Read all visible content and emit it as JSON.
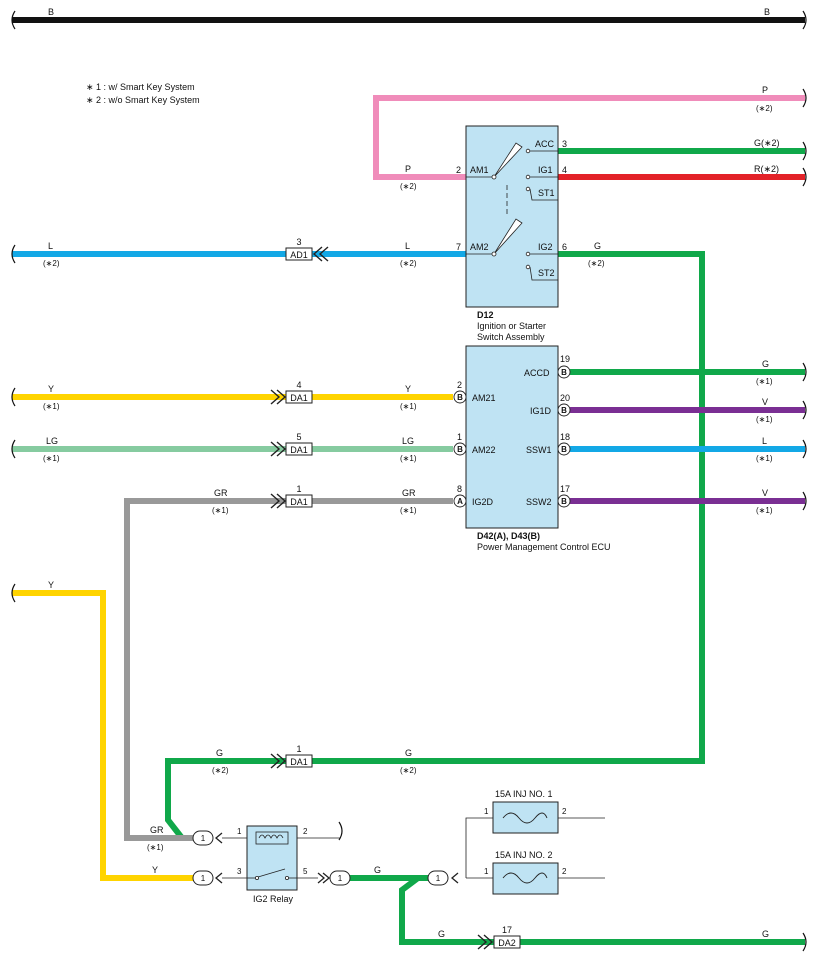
{
  "notes": {
    "note1": "∗ 1 : w/ Smart Key System",
    "note2": "∗ 2 : w/o Smart Key System"
  },
  "colors": {
    "B": "#111111",
    "P": "#f08cba",
    "G": "#10a84a",
    "R": "#e32228",
    "L": "#13a8e6",
    "Y": "#ffd400",
    "LG": "#86cba0",
    "GR": "#999999",
    "V": "#7a2f93",
    "box": "#bfe3f3"
  },
  "wires": {
    "b_left": "B",
    "b_right": "B",
    "p_right": "P",
    "p_right_n": "(∗2)",
    "p_left": "P",
    "p_left_n": "(∗2)",
    "acc_right": "G(∗2)",
    "ig1_right": "R(∗2)",
    "l_left": "L",
    "l_left_n": "(∗2)",
    "l_mid": "L",
    "l_mid_n": "(∗2)",
    "g_ig2": "G",
    "g_ig2_n": "(∗2)",
    "y_left": "Y",
    "y_left_n": "(∗1)",
    "y_mid": "Y",
    "y_mid_n": "(∗1)",
    "lg_left": "LG",
    "lg_left_n": "(∗1)",
    "lg_mid": "LG",
    "lg_mid_n": "(∗1)",
    "gr_left": "GR",
    "gr_left_n": "(∗1)",
    "gr_mid": "GR",
    "gr_mid_n": "(∗1)",
    "accd_right": "G",
    "accd_right_n": "(∗1)",
    "ig1d_right": "V",
    "ig1d_right_n": "(∗1)",
    "ssw1_right": "L",
    "ssw1_right_n": "(∗1)",
    "ssw2_right": "V",
    "ssw2_right_n": "(∗1)",
    "y_lower": "Y",
    "g_da1_left": "G",
    "g_da1_left_n": "(∗2)",
    "g_da1_right": "G",
    "g_da1_right_n": "(∗2)",
    "gr_bottom": "GR",
    "gr_bottom_n": "(∗1)",
    "y_bottom": "Y",
    "g_relay_out": "G",
    "g_da2_left": "G",
    "g_da2_right": "G"
  },
  "connectors": {
    "ad1": "AD1",
    "ad1_pin": "3",
    "da1_y": "DA1",
    "da1_y_pin": "4",
    "da1_lg": "DA1",
    "da1_lg_pin": "5",
    "da1_gr": "DA1",
    "da1_gr_pin": "1",
    "da1_g": "DA1",
    "da1_g_pin": "1",
    "da2": "DA2",
    "da2_pin": "17"
  },
  "ignition_switch": {
    "id": "D12",
    "name1": "Ignition or Starter",
    "name2": "Switch Assembly",
    "am1": "AM1",
    "am1_pin": "2",
    "am2": "AM2",
    "am2_pin": "7",
    "acc": "ACC",
    "acc_pin": "3",
    "ig1": "IG1",
    "ig1_pin": "4",
    "st1": "ST1",
    "ig2": "IG2",
    "ig2_pin": "6",
    "st2": "ST2"
  },
  "ecu": {
    "id": "D42(A), D43(B)",
    "name": "Power Management Control ECU",
    "am21": "AM21",
    "am21_pin": "2",
    "am21_conn": "B",
    "am22": "AM22",
    "am22_pin": "1",
    "am22_conn": "B",
    "ig2d": "IG2D",
    "ig2d_pin": "8",
    "ig2d_conn": "A",
    "accd": "ACCD",
    "accd_pin": "19",
    "accd_conn": "B",
    "ig1d": "IG1D",
    "ig1d_pin": "20",
    "ig1d_conn": "B",
    "ssw1": "SSW1",
    "ssw1_pin": "18",
    "ssw1_conn": "B",
    "ssw2": "SSW2",
    "ssw2_pin": "17",
    "ssw2_conn": "B"
  },
  "relay": {
    "name": "IG2 Relay",
    "pin1": "1",
    "pin2": "2",
    "pin3": "3",
    "pin5": "5"
  },
  "joints": {
    "gr_j": "1",
    "y_j": "1",
    "out_j": "1",
    "fuse_j": "1"
  },
  "fuses": {
    "f1_name": "15A INJ NO. 1",
    "f1_pin1": "1",
    "f1_pin2": "2",
    "f2_name": "15A INJ NO. 2",
    "f2_pin1": "1",
    "f2_pin2": "2"
  }
}
